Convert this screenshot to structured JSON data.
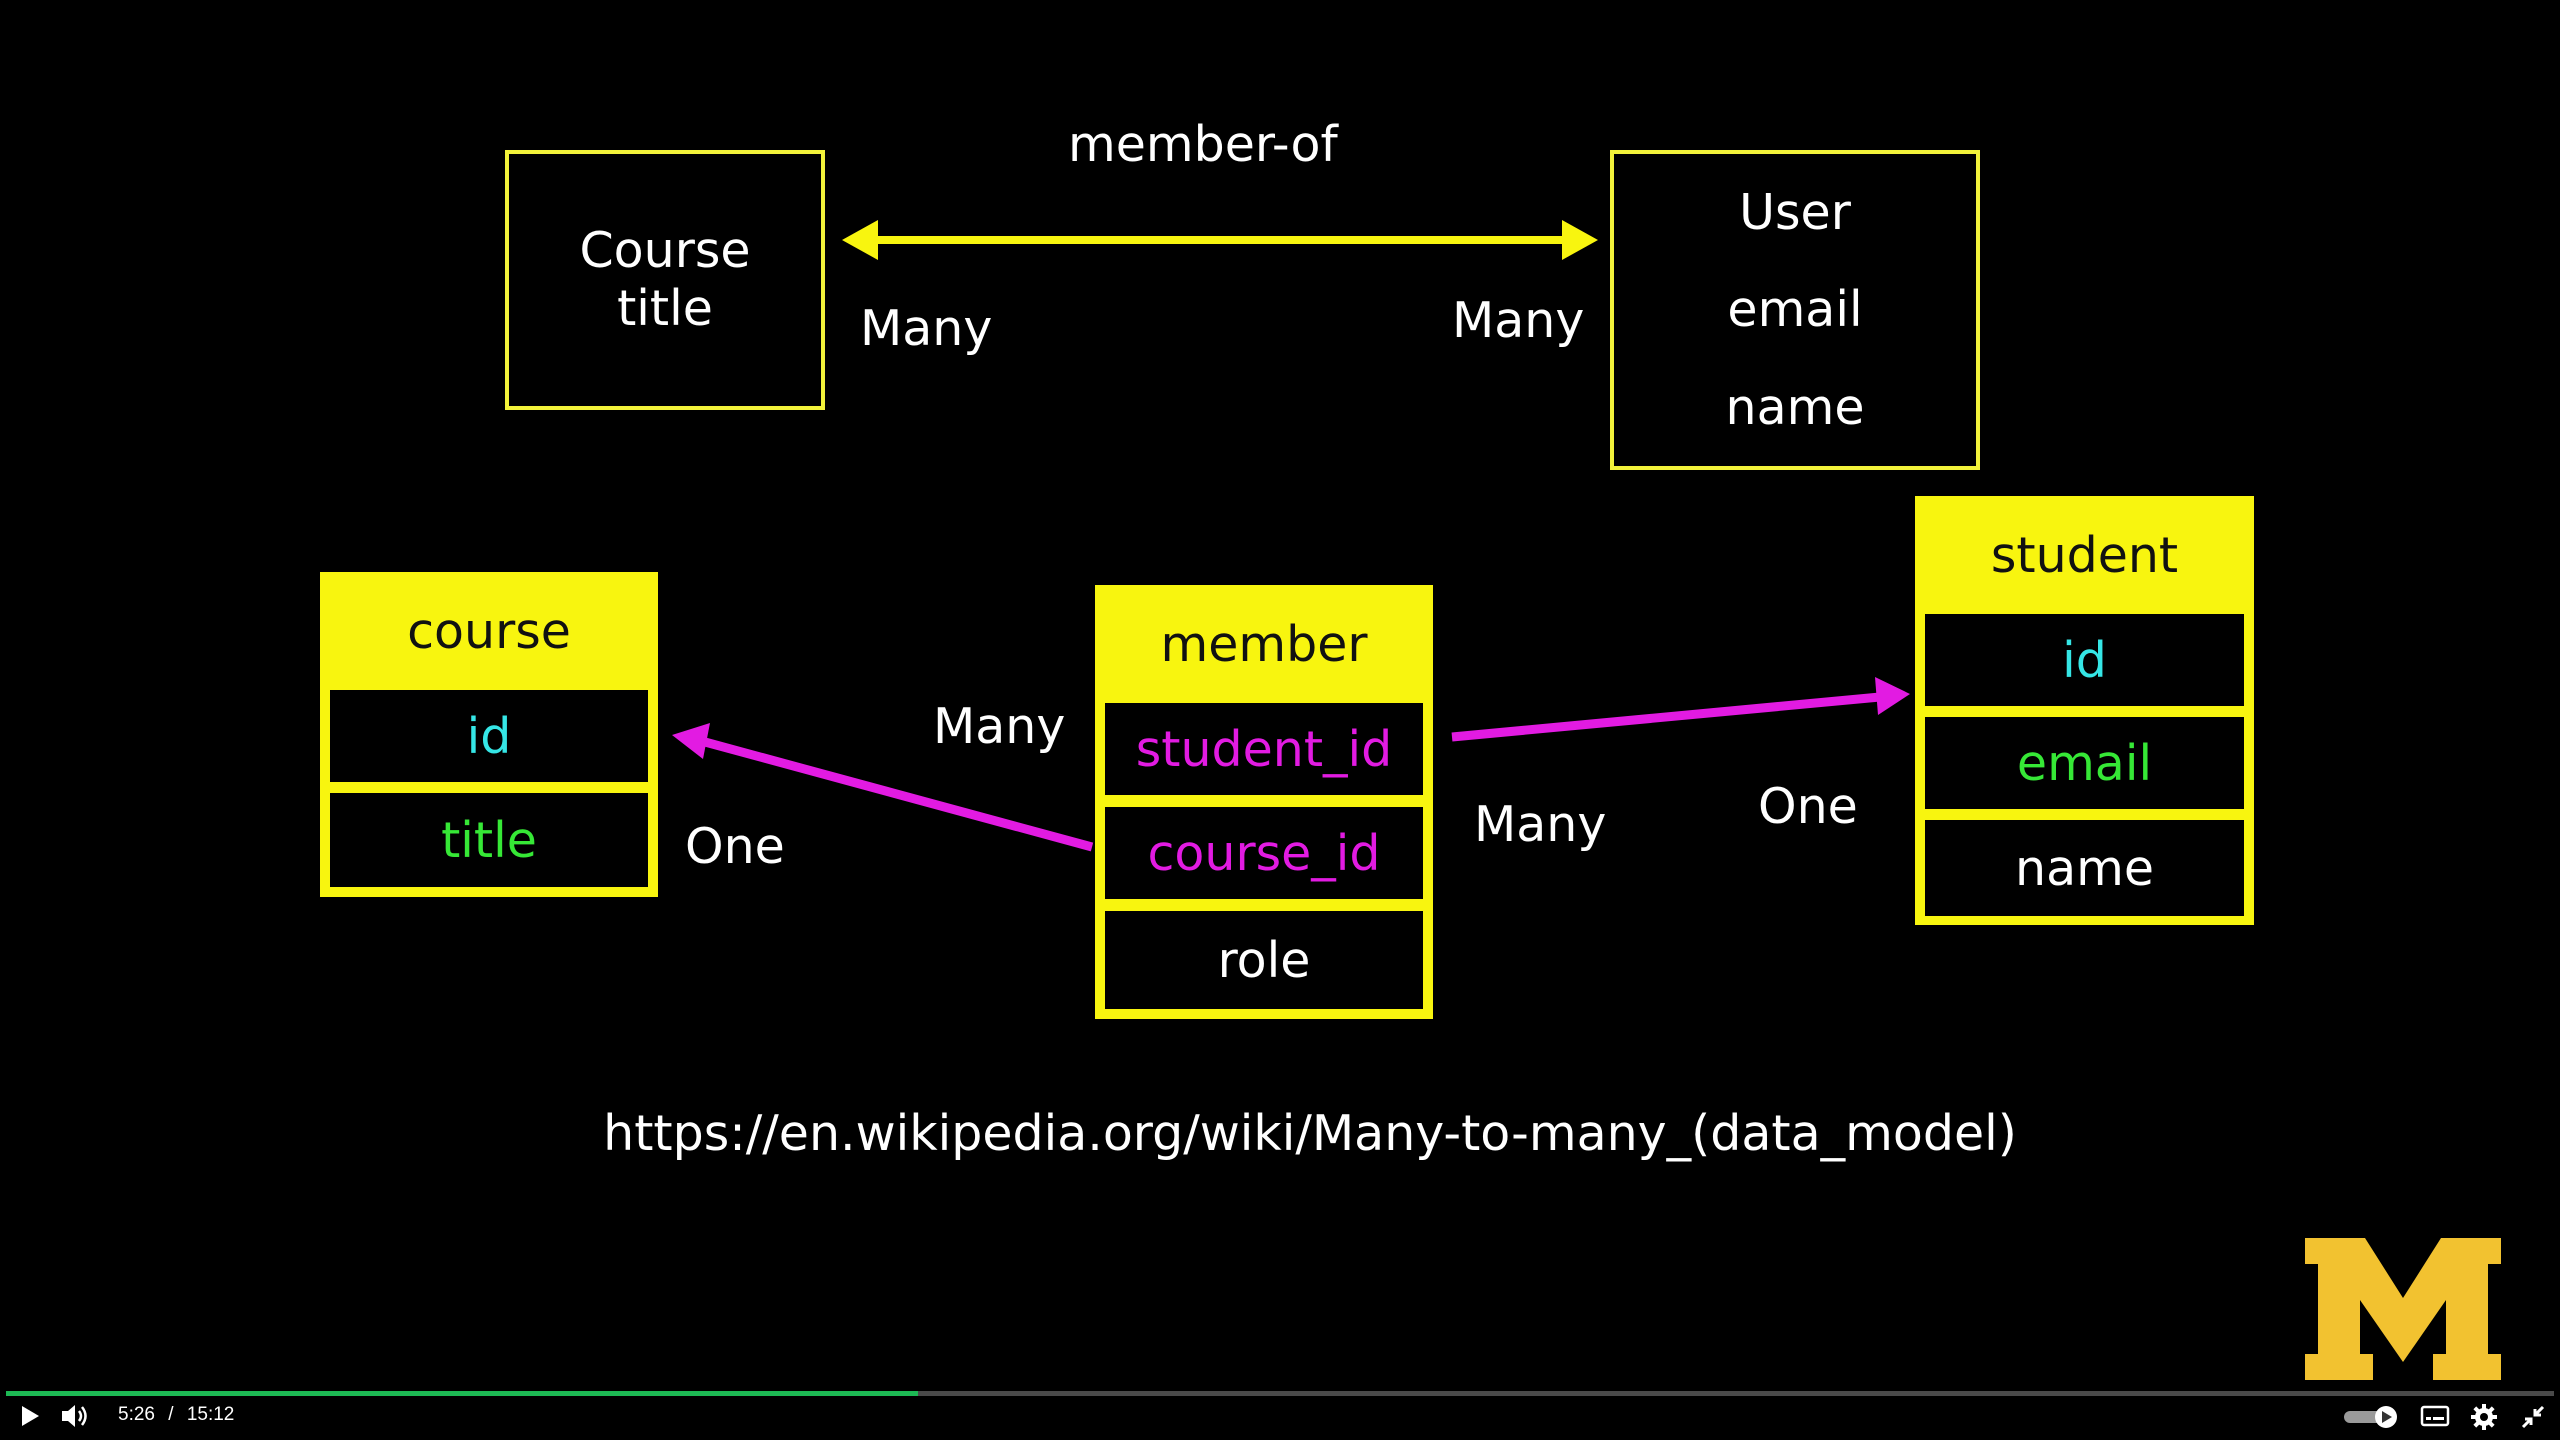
{
  "slide": {
    "er": {
      "left_entity": {
        "line1": "Course",
        "line2": "title"
      },
      "right_entity": {
        "line1": "User",
        "line2": "email",
        "line3": "name"
      },
      "relationship_label": "member-of",
      "left_cardinality": "Many",
      "right_cardinality": "Many"
    },
    "tables": {
      "course": {
        "header": "course",
        "fields": [
          "id",
          "title"
        ]
      },
      "member": {
        "header": "member",
        "fields": [
          "student_id",
          "course_id",
          "role"
        ]
      },
      "student": {
        "header": "student",
        "fields": [
          "id",
          "email",
          "name"
        ]
      }
    },
    "labels": {
      "course_side_many": "Many",
      "course_side_one": "One",
      "student_side_many": "Many",
      "student_side_one": "One"
    },
    "url": "https://en.wikipedia.org/wiki/Many-to-many_(data_model)",
    "colors": {
      "yellow": "#f8f50f",
      "cyan": "#35e6e6",
      "green": "#36e836",
      "magenta": "#e21be2",
      "white": "#ffffff"
    }
  },
  "player": {
    "current_time": "5:26",
    "separator": "/",
    "duration": "15:12",
    "progress": 0.358,
    "icons": [
      "play-icon",
      "volume-icon",
      "autoplay-toggle",
      "captions-icon",
      "settings-icon",
      "exit-fullscreen-icon"
    ]
  }
}
